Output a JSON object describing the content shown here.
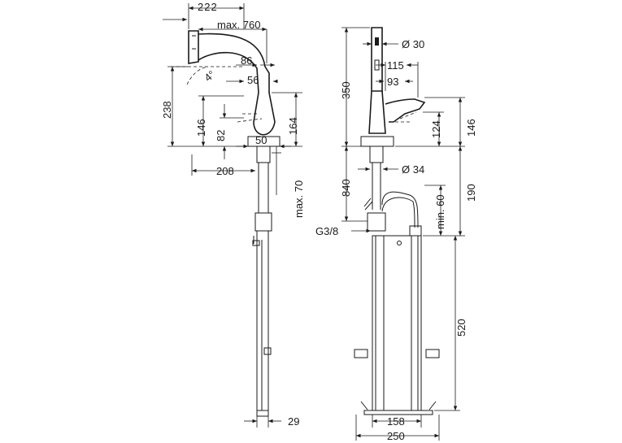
{
  "side_view": {
    "dim_top": "222",
    "pullout": "max. 760",
    "d86": "86",
    "d56": "56",
    "angle": "4°",
    "d238": "238",
    "d146": "146",
    "d82": "82",
    "d164": "164",
    "d50": "50",
    "d208": "208",
    "hose": "max. 70",
    "d29": "29"
  },
  "front_view": {
    "d30": "Ø 30",
    "d350": "350",
    "d115": "115",
    "d93": "93",
    "d124": "124",
    "d146": "146",
    "d34": "Ø 34",
    "d840": "840",
    "d190": "190",
    "min60": "min. 60",
    "thread": "G3/8",
    "d520": "520",
    "d158": "158",
    "d250": "250"
  }
}
